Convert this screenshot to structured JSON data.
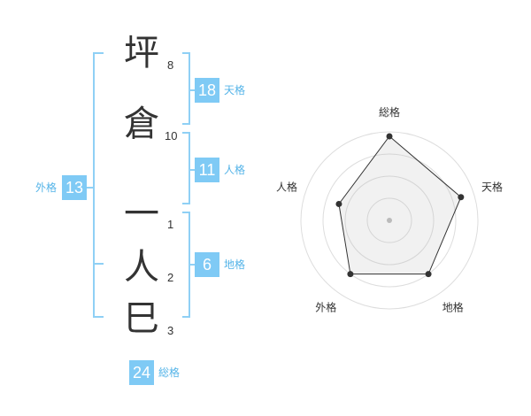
{
  "name_chars": [
    {
      "char": "坪",
      "strokes": "8"
    },
    {
      "char": "倉",
      "strokes": "10"
    },
    {
      "char": "一",
      "strokes": "1"
    },
    {
      "char": "人",
      "strokes": "2"
    },
    {
      "char": "巳",
      "strokes": "3"
    }
  ],
  "fortunes": {
    "tenkaku": {
      "value": "18",
      "label": "天格"
    },
    "jinkaku": {
      "value": "11",
      "label": "人格"
    },
    "chikaku": {
      "value": "6",
      "label": "地格"
    },
    "gaikaku": {
      "value": "13",
      "label": "外格"
    },
    "soukaku": {
      "value": "24",
      "label": "総格"
    }
  },
  "colors": {
    "accent": "#7fcaf5",
    "bracket": "#8fd0f5",
    "label_text": "#55b4e8",
    "char_text": "#333333"
  },
  "chart_data": {
    "type": "radar",
    "axes": [
      "総格",
      "天格",
      "地格",
      "外格",
      "人格"
    ],
    "values": [
      0.95,
      0.85,
      0.75,
      0.75,
      0.6
    ],
    "range": [
      0,
      1
    ],
    "rings": 4
  }
}
